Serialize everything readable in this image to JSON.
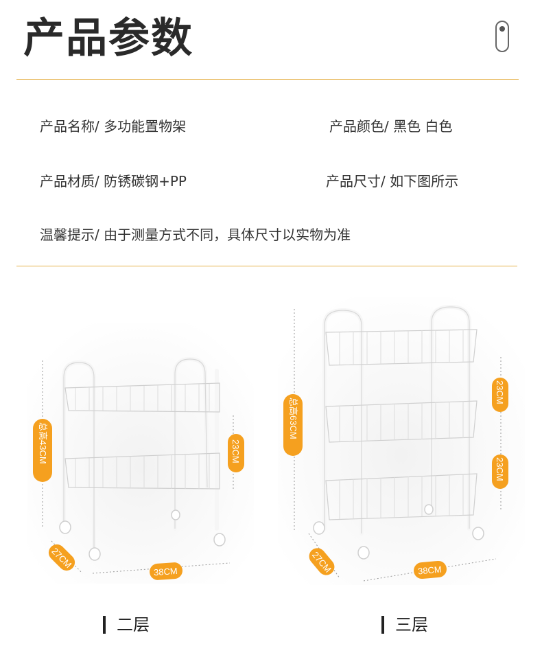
{
  "header": {
    "title": "产品参数"
  },
  "specs": {
    "name": "产品名称/ 多功能置物架",
    "color": "产品颜色/ 黑色 白色",
    "material": "产品材质/ 防锈碳钢+PP",
    "size": "产品尺寸/ 如下图所示",
    "tip": "温馨提示/ 由于测量方式不同，具体尺寸以实物为准"
  },
  "products": [
    {
      "caption": "二层",
      "total_height": "总高43CM",
      "tier_height": "23CM",
      "depth": "27CM",
      "width": "38CM"
    },
    {
      "caption": "三层",
      "total_height": "总高63CM",
      "tier_height_1": "23CM",
      "tier_height_2": "23CM",
      "depth": "27CM",
      "width": "38CM"
    }
  ],
  "colors": {
    "accent_line": "#e6b24a",
    "badge": "#f5a01f",
    "rack": "#ffffff"
  }
}
